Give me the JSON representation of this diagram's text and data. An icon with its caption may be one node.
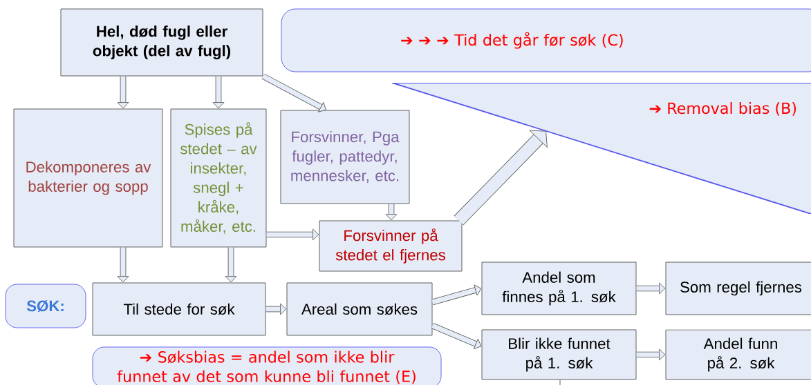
{
  "diagram": {
    "nodes": [
      {
        "text": [
          "Hel, død fugl eller objekt (del av fugl)"
        ]
      },
      {
        "text": [
          "Dekomponeres av bakterier og sopp"
        ]
      },
      {
        "text": [
          "Spises på stedet – av insekter, snegl + kråke, måker, etc."
        ]
      },
      {
        "text": [
          "Forsvinner, Pga fugler, pattedyr, mennesker, etc."
        ]
      },
      {
        "text": [
          "Forsvinner på stedet el fjernes"
        ]
      },
      {
        "text": [
          "SØK:"
        ]
      },
      {
        "text": [
          "Til stede for søk"
        ]
      },
      {
        "text": [
          "Areal som søkes"
        ]
      },
      {
        "text": [
          "Andel som finnes på 1. søk"
        ]
      },
      {
        "text": [
          "Som regel fjernes"
        ]
      },
      {
        "text": [
          "Blir ikke funnet på 1. søk"
        ]
      },
      {
        "text": [
          "Andel funn på 2. søk"
        ]
      },
      {
        "text": [
          "➔ ➔ ➔ Tid det går før søk (C)"
        ]
      },
      {
        "text": [
          "➔ Removal bias (B)"
        ]
      },
      {
        "text": [
          "➔ Søksbias = andel som ikke blir funnet av det som kunne bli funnet (E)"
        ]
      }
    ],
    "edges": [
      {
        "from": 0,
        "to": 1,
        "arrow": "to"
      },
      {
        "from": 0,
        "to": 2,
        "arrow": "to"
      },
      {
        "from": 0,
        "to": 3,
        "arrow": "to"
      },
      {
        "from": 3,
        "to": 4,
        "arrow": "to"
      },
      {
        "from": 2,
        "to": 4,
        "arrow": "to"
      },
      {
        "from": 1,
        "to": 6,
        "arrow": "to"
      },
      {
        "from": 2,
        "to": 6,
        "arrow": "to"
      },
      {
        "from": 4,
        "to": 13,
        "arrow": "to",
        "style": "thick"
      },
      {
        "from": 6,
        "to": 7,
        "arrow": "to"
      },
      {
        "from": 7,
        "to": 8,
        "arrow": "to"
      },
      {
        "from": 7,
        "to": 10,
        "arrow": "to"
      },
      {
        "from": 8,
        "to": 9,
        "arrow": "to"
      },
      {
        "from": 10,
        "to": 11,
        "arrow": "to"
      },
      {
        "from": 10,
        "to": null,
        "arrow": "none"
      }
    ]
  }
}
